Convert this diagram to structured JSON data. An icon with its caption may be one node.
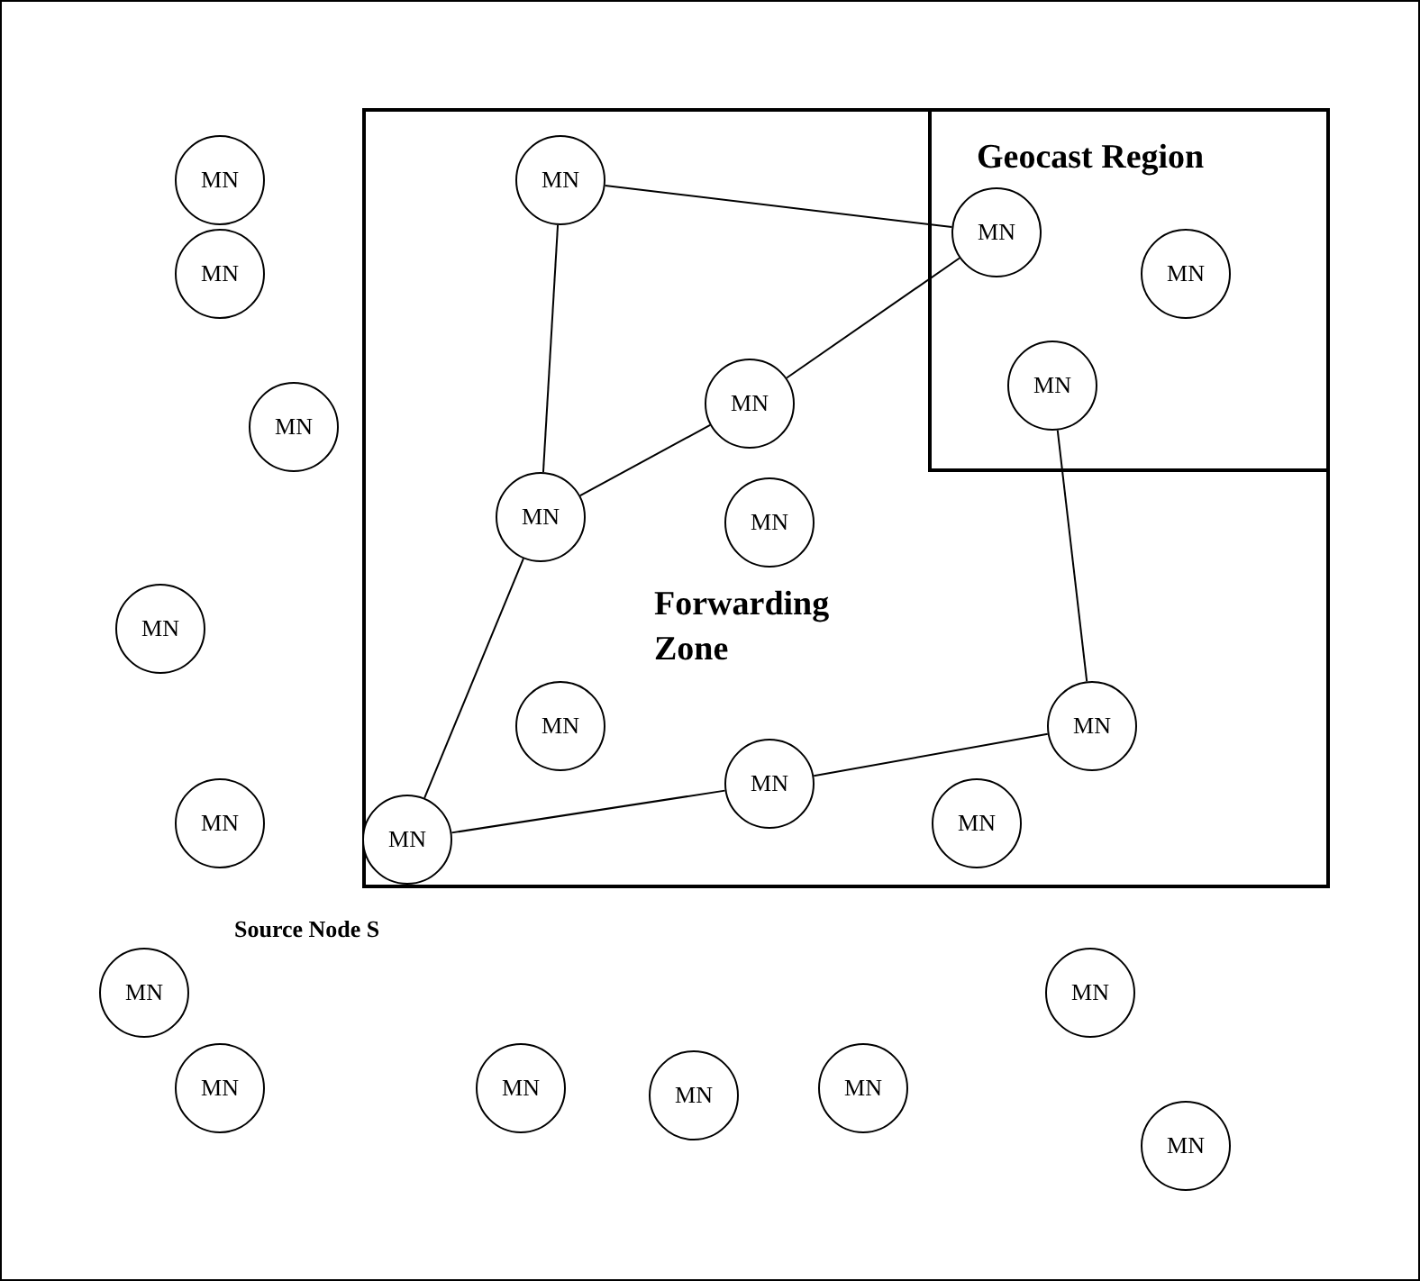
{
  "diagram": {
    "nodes": [
      {
        "text": [
          "Forwarding Zone"
        ]
      },
      {
        "text": [
          "Geocast Region"
        ],
        "in": 0
      },
      {
        "text": [
          "MN"
        ]
      },
      {
        "text": [
          "MN"
        ],
        "in": 0
      },
      {
        "text": [
          "MN"
        ],
        "in": 1
      },
      {
        "text": [
          "MN"
        ]
      },
      {
        "text": [
          "MN"
        ],
        "in": 1
      },
      {
        "text": [
          "MN"
        ],
        "in": 0
      },
      {
        "text": [
          "MN"
        ],
        "in": 1
      },
      {
        "text": [
          "MN"
        ]
      },
      {
        "text": [
          "MN"
        ],
        "in": 0
      },
      {
        "text": [
          "MN"
        ],
        "in": 0
      },
      {
        "text": [
          "MN"
        ]
      },
      {
        "text": [
          "MN"
        ],
        "in": 0
      },
      {
        "text": [
          "MN"
        ],
        "in": 0
      },
      {
        "text": [
          "MN"
        ],
        "in": 0
      },
      {
        "text": [
          "MN"
        ]
      },
      {
        "text": [
          "MN"
        ],
        "in": 0
      },
      {
        "text": [
          "MN"
        ],
        "in": 0,
        "beside": [
          "Source Node S"
        ]
      },
      {
        "text": [
          "MN"
        ]
      },
      {
        "text": [
          "MN"
        ]
      },
      {
        "text": [
          "MN"
        ]
      },
      {
        "text": [
          "MN"
        ]
      },
      {
        "text": [
          "MN"
        ]
      },
      {
        "text": [
          "MN"
        ]
      },
      {
        "text": [
          "MN"
        ]
      }
    ],
    "edges": [
      {
        "from": 3,
        "to": 4,
        "arrow": "none"
      },
      {
        "from": 3,
        "to": 10,
        "arrow": "none"
      },
      {
        "from": 10,
        "to": 7,
        "arrow": "none"
      },
      {
        "from": 7,
        "to": 4,
        "arrow": "none"
      },
      {
        "from": 10,
        "to": 18,
        "arrow": "none"
      },
      {
        "from": 18,
        "to": 15,
        "arrow": "none"
      },
      {
        "from": 15,
        "to": 14,
        "arrow": "none"
      },
      {
        "from": 14,
        "to": 8,
        "arrow": "none"
      }
    ]
  }
}
